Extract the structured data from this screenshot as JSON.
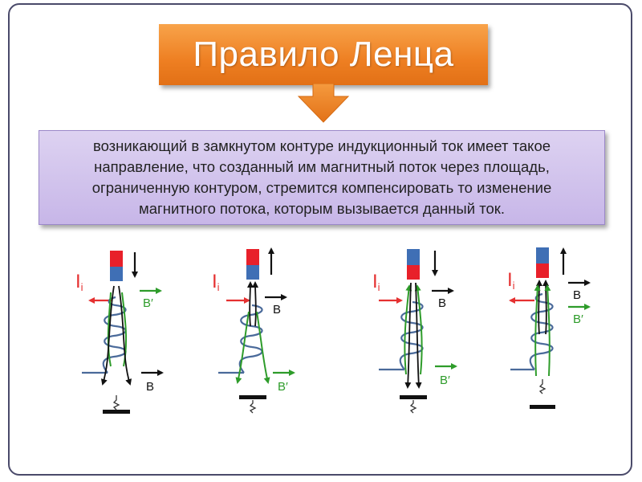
{
  "title": "Правило Ленца",
  "definition": [
    "возникающий в замкнутом контуре индукционный ток имеет такое",
    "направление, что созданный им магнитный поток через площадь,",
    "ограниченную контуром, стремится компенсировать то изменение",
    "магнитного потока, которым вызывается данный ток."
  ],
  "labels": {
    "current_letter": "I",
    "current_subscript": "i",
    "field": "B",
    "induced_field": "B′"
  },
  "colors": {
    "title_orange": "#ee7f22",
    "definition_lavender": "#cfc1ea",
    "magnet_red": "#e8202a",
    "magnet_blue": "#3f6fb5",
    "current_red": "#e53030",
    "induced_green": "#2e9c2a",
    "coil_blue": "#4a6a9a"
  },
  "diagrams": [
    {
      "magnet_top": "red",
      "magnet_bottom": "blue",
      "magnet_motion": "down",
      "current_arrow": "left",
      "b_position": "bottom",
      "b_induced_position": "top",
      "galvanometer": "bottom"
    },
    {
      "magnet_top": "red",
      "magnet_bottom": "blue",
      "magnet_motion": "up",
      "current_arrow": "right",
      "b_position": "top",
      "b_induced_position": "bottom",
      "galvanometer": "bottom"
    },
    {
      "magnet_top": "blue",
      "magnet_bottom": "red",
      "magnet_motion": "down",
      "current_arrow": "right",
      "b_position": "top",
      "b_induced_position": "bottom",
      "galvanometer": "bottom"
    },
    {
      "magnet_top": "blue",
      "magnet_bottom": "red",
      "magnet_motion": "up",
      "current_arrow": "left",
      "b_position": "top",
      "b_induced_position": "top",
      "galvanometer": "bottom"
    }
  ]
}
